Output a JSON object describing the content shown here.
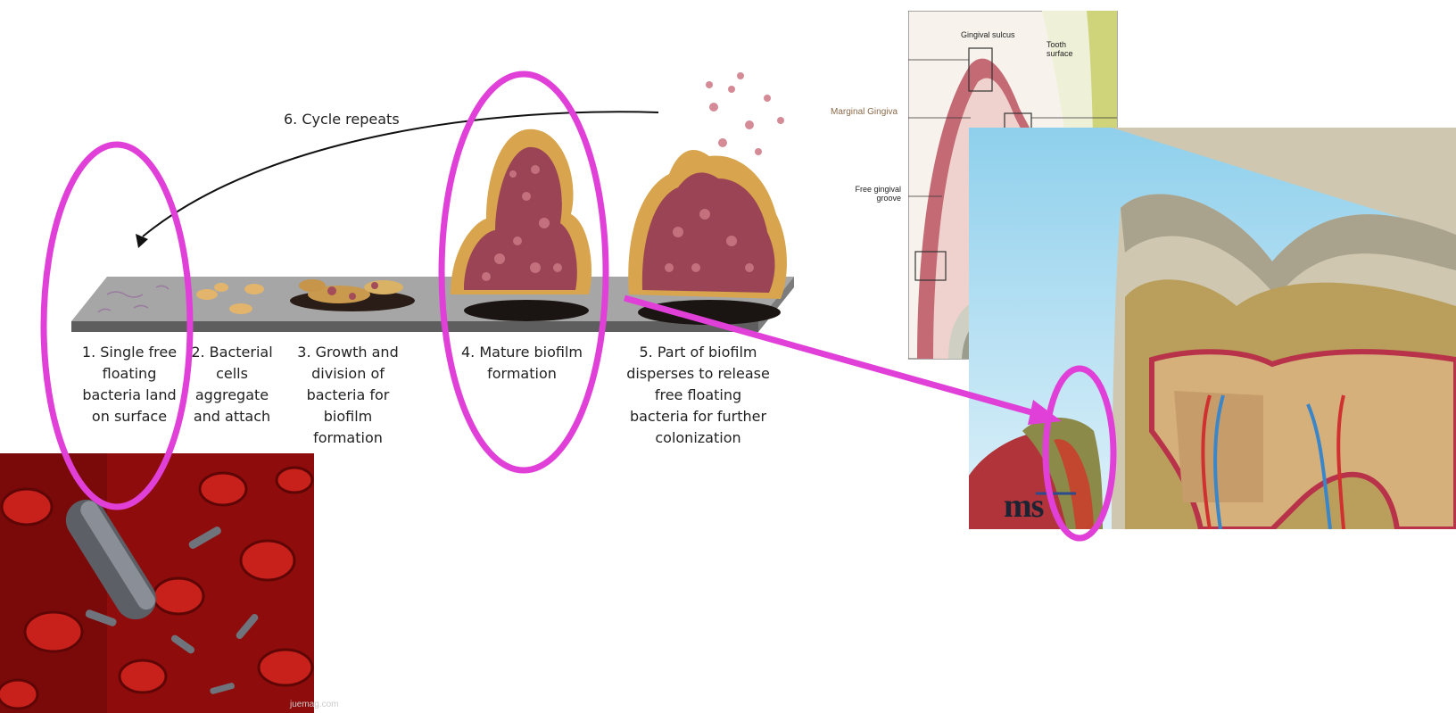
{
  "biofilm": {
    "cycle_label": "6. Cycle repeats",
    "steps": [
      "1. Single free\nfloating\nbacteria land\non surface",
      "2. Bacterial\ncells\naggregate\nand attach",
      "3. Growth and\ndivision of\nbacteria for\nbiofilm\nformation",
      "4. Mature biofilm\nformation",
      "5. Part of biofilm\ndisperses to release\nfree floating\nbacteria for further\ncolonization"
    ]
  },
  "gingiva": {
    "labels": {
      "gingival_sulcus": "Gingival  sulcus",
      "tooth_surface": "Tooth\nsurface",
      "marginal_gingiva": "Marginal Gingiva",
      "free_gingival_groove": "Free  gingival\ngroove"
    }
  },
  "tooth": {
    "label_fragment": "ms"
  },
  "bacteria_photo": {
    "watermark": "juemag.com"
  },
  "colors": {
    "highlight": "#e040d8",
    "gingiva": "#c96a72",
    "blood": "#b3120f"
  }
}
